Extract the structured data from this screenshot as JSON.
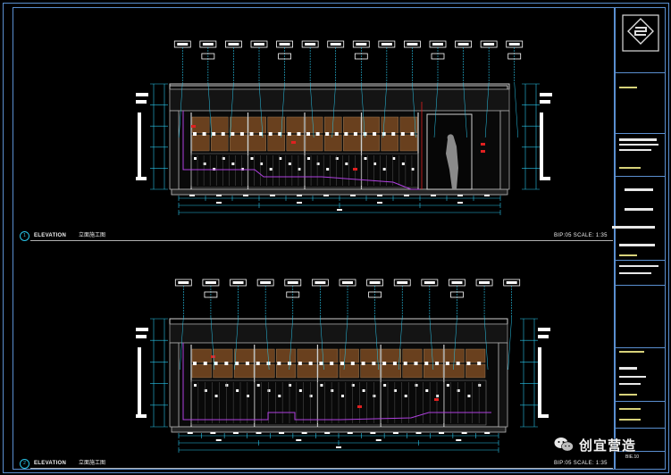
{
  "drawings": [
    {
      "number": "1",
      "title": "ELEVATION",
      "subtitle": "立面施工图",
      "scale_text": "BIP:05   SCALE: 1:35"
    },
    {
      "number": "2",
      "title": "ELEVATION",
      "subtitle": "立面施工图",
      "scale_text": "BIP:05   SCALE: 1:35"
    }
  ],
  "title_block": {
    "sheet_number": "BIE.10"
  },
  "watermark": {
    "text": "创宜营造"
  },
  "colors": {
    "frame": "#5a8fd0",
    "dimension": "#29c4e8",
    "wood_panel": "#7a4a22",
    "purple_line": "#b040e0",
    "red_marker": "#e02020",
    "annotation": "#ffffff",
    "highlight": "#d7d27a"
  }
}
